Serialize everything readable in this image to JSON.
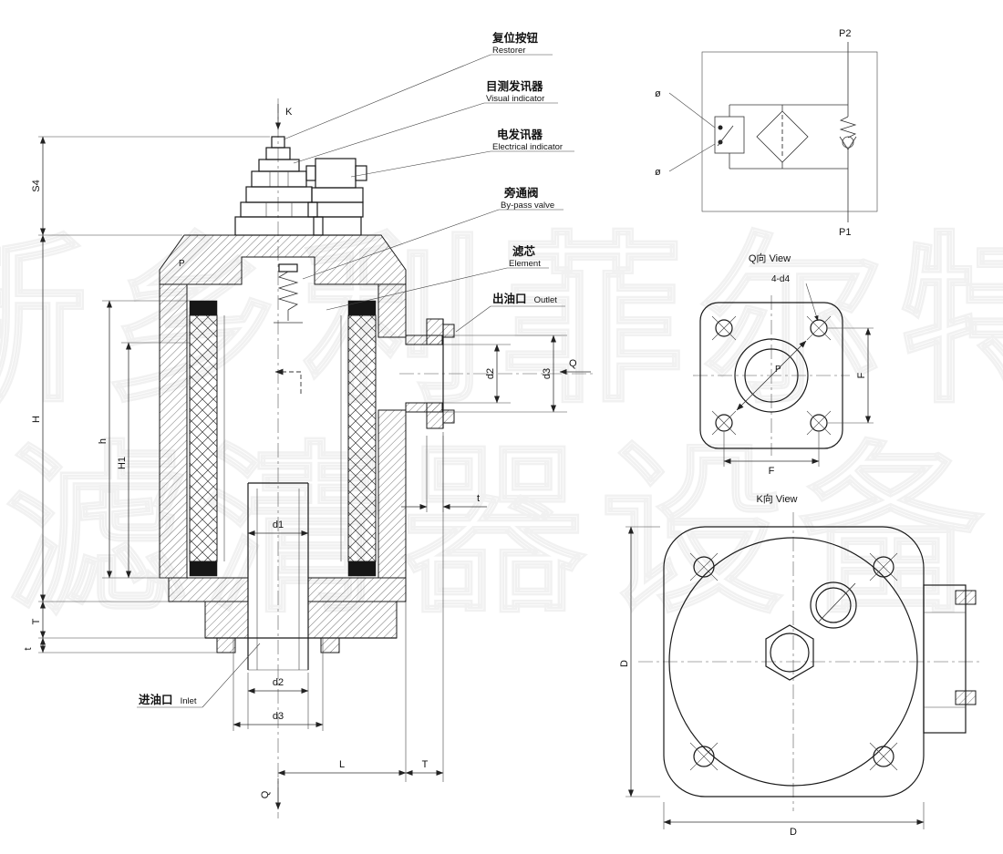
{
  "watermark": {
    "line1": "新乡利菲尔特",
    "line2": "滤清器设备"
  },
  "main_view": {
    "p_label": "P",
    "callouts": [
      {
        "zh": "复位按钮",
        "en": "Restorer"
      },
      {
        "zh": "目测发讯器",
        "en": "Visual indicator"
      },
      {
        "zh": "电发讯器",
        "en": "Electrical indicator"
      },
      {
        "zh": "旁通阀",
        "en": "By-pass valve"
      },
      {
        "zh": "滤芯",
        "en": "Element"
      },
      {
        "zh": "出油口",
        "en": "Outlet"
      },
      {
        "zh": "进油口",
        "en": "Inlet"
      }
    ],
    "dims": {
      "S4": "S4",
      "H": "H",
      "h": "h",
      "H1": "H1",
      "T": "T",
      "t": "t",
      "d1": "d1",
      "d2": "d2",
      "d3": "d3",
      "L": "L",
      "K": "K",
      "Q": "Q"
    }
  },
  "schematic": {
    "p2": "P2",
    "p1": "P1",
    "phi_top": "ø",
    "phi_bottom": "ø"
  },
  "q_view": {
    "title": "Q向  View",
    "holes_label": "4-d4",
    "port_label": "P",
    "dim_f": "F"
  },
  "k_view": {
    "title": "K向  View",
    "dim_d": "D"
  }
}
